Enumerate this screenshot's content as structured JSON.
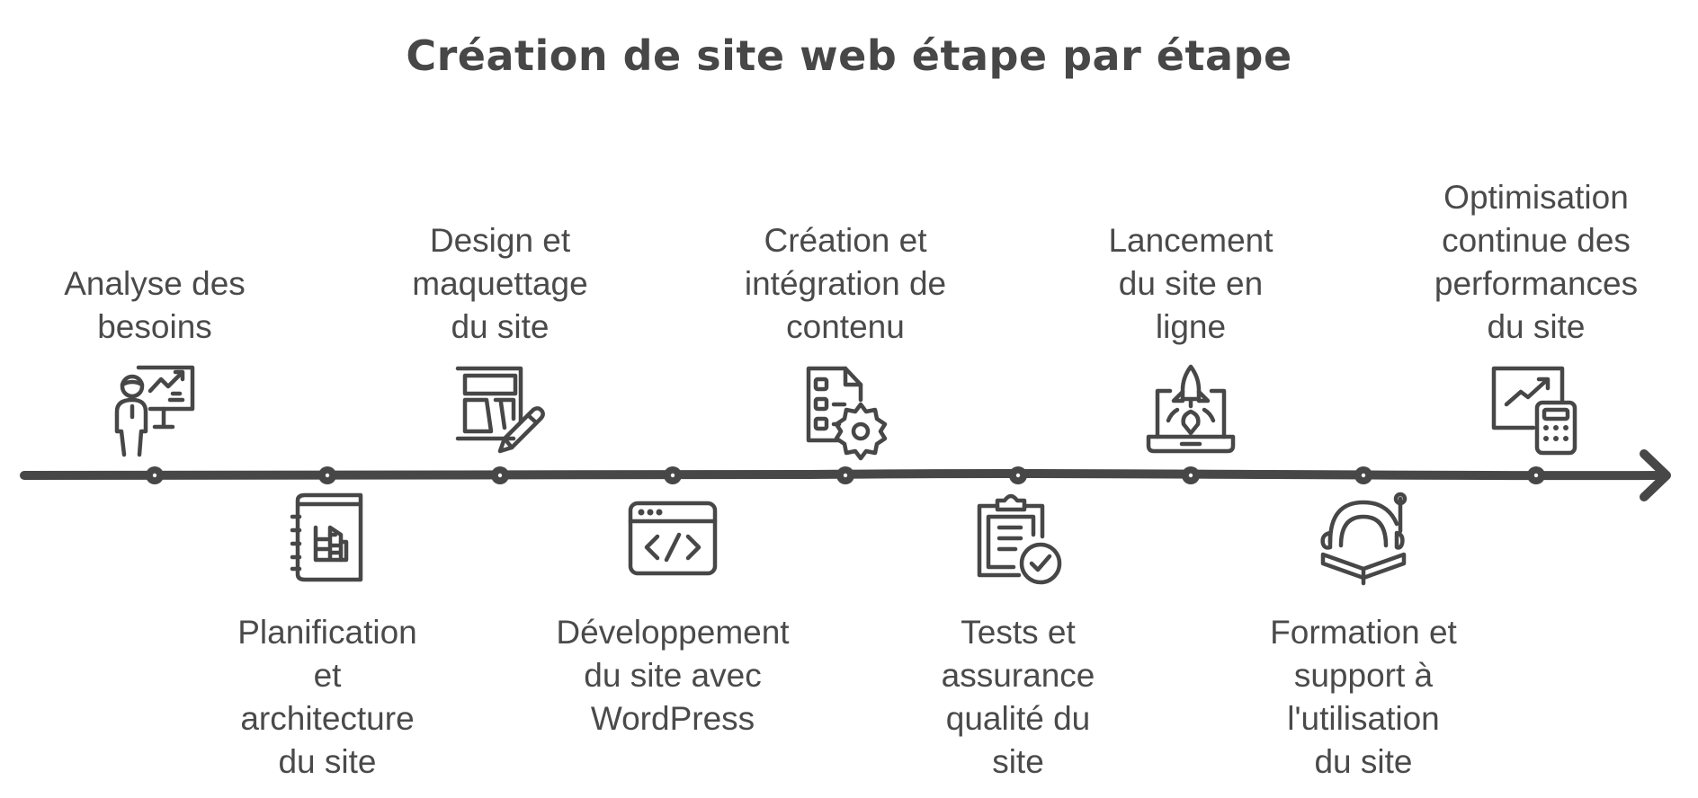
{
  "title": "Création de site web étape par étape",
  "colors": {
    "ink": "#474747",
    "background": "#ffffff"
  },
  "timeline": {
    "direction": "left-to-right",
    "arrow": "arrow-right",
    "steps": [
      {
        "position": "top",
        "icon": "presentation-chart-icon",
        "lines": [
          "Analyse des",
          "besoins"
        ]
      },
      {
        "position": "bottom",
        "icon": "spiral-notebook-blueprint-icon",
        "lines": [
          "Planification",
          "et",
          "architecture",
          "du site"
        ]
      },
      {
        "position": "top",
        "icon": "wireframe-pencil-icon",
        "lines": [
          "Design et",
          "maquettage",
          "du site"
        ]
      },
      {
        "position": "bottom",
        "icon": "code-window-icon",
        "lines": [
          "Développement",
          "du site avec",
          "WordPress"
        ]
      },
      {
        "position": "top",
        "icon": "document-checklist-gear-icon",
        "lines": [
          "Création et",
          "intégration de",
          "contenu"
        ]
      },
      {
        "position": "bottom",
        "icon": "clipboard-check-icon",
        "lines": [
          "Tests et",
          "assurance",
          "qualité du",
          "site"
        ]
      },
      {
        "position": "top",
        "icon": "laptop-rocket-icon",
        "lines": [
          "Lancement",
          "du site en",
          "ligne"
        ]
      },
      {
        "position": "bottom",
        "icon": "headset-book-icon",
        "lines": [
          "Formation et",
          "support à",
          "l'utilisation",
          "du site"
        ]
      },
      {
        "position": "top",
        "icon": "chart-calculator-icon",
        "lines": [
          "Optimisation",
          "continue des",
          "performances",
          "du site"
        ]
      }
    ]
  }
}
